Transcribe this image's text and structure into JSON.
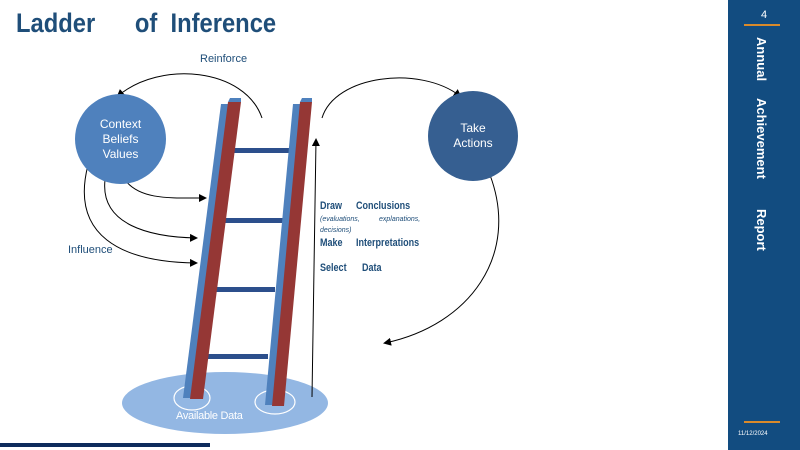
{
  "slide": {
    "title_word1": "Ladder",
    "title_word2": "of",
    "title_word3": "Inference",
    "page_number": "4",
    "date": "11/12/2024",
    "side_labels": [
      "Annual",
      "Achievement",
      "Report"
    ]
  },
  "diagram": {
    "context_circle": [
      "Context",
      "Beliefs",
      "Values"
    ],
    "actions_circle": [
      "Take",
      "Actions"
    ],
    "reinforce_label": "Reinforce",
    "influence_label": "Influence",
    "base_label": "Available Data",
    "rungs": {
      "draw": "Draw",
      "conclusions": "Conclusions",
      "sub1": "(evaluations,",
      "sub2": "explanations,",
      "sub3": "decisions)",
      "make": "Make",
      "interpretations": "Interpretations",
      "select": "Select",
      "data": "Data"
    },
    "colors": {
      "circle_left": "#4f81bd",
      "circle_right": "#365f91",
      "rail_red": "#953735",
      "rail_blue": "#4f81bd",
      "rung": "#2c4f8c",
      "base": "#8db3e2",
      "sidebar": "#124c80",
      "accent": "#d98a2b"
    }
  }
}
